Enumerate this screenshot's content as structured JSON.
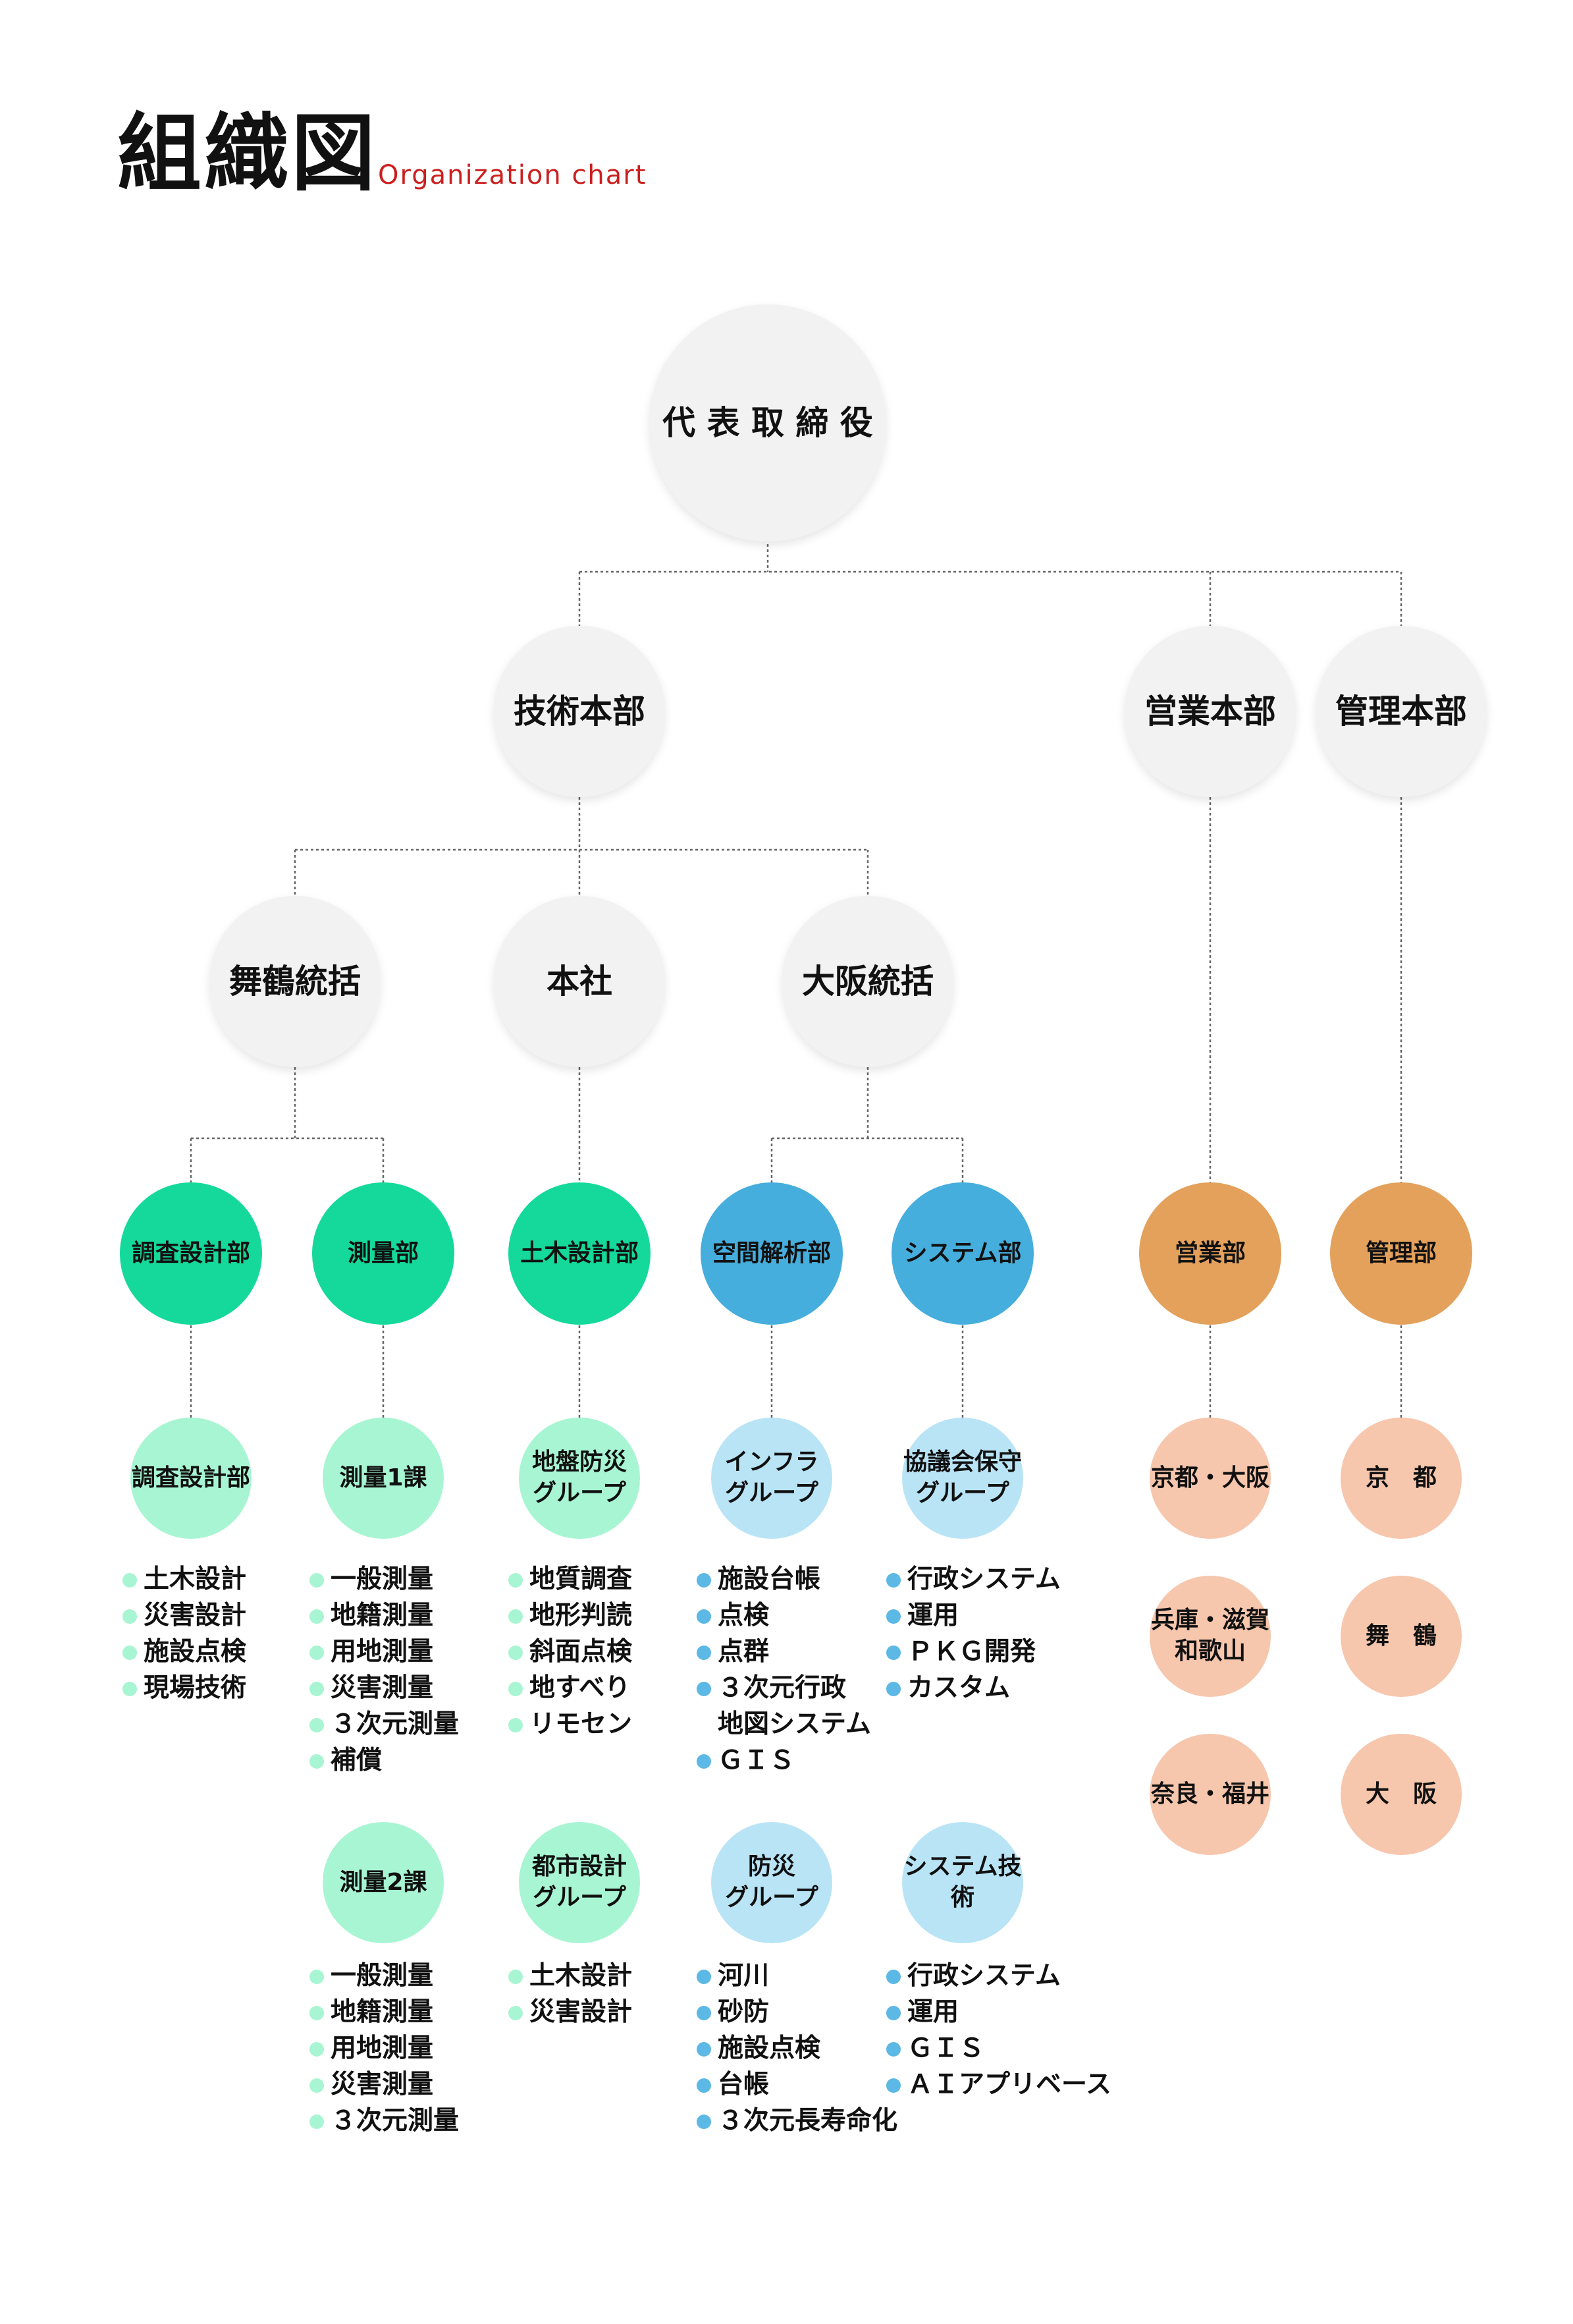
{
  "title": "組織図",
  "subtitle": "Organization  chart",
  "colors": {
    "grey_node": "#f2f2f2",
    "green_dept": "#14d99b",
    "green_light": "#a8f5d3",
    "green_dot": "#a8f5d3",
    "blue_dept": "#45aedd",
    "blue_light": "#b9e4f6",
    "blue_dot": "#5cb8e4",
    "orange_dept": "#e3a15c",
    "peach_light": "#f6c6ad",
    "connector": "#666666"
  },
  "top": {
    "ceo": "代 表 取 締 役",
    "tech_hq": "技術本部",
    "sales_hq": "営業本部",
    "admin_hq": "管理本部"
  },
  "regions": {
    "maizuru": "舞鶴統括",
    "honsha": "本社",
    "osaka": "大阪統括"
  },
  "departments": {
    "chosa": "調査設計部",
    "sokuryo": "測量部",
    "doboku": "土木設計部",
    "kukan": "空間解析部",
    "system": "システム部",
    "eigyo": "営業部",
    "kanri": "管理部"
  },
  "groups": {
    "chosa": "調査設計部",
    "sokuryo1": "測量1課",
    "sokuryo2": "測量2課",
    "jiban": "地盤防災\nグループ",
    "toshi": "都市設計\nグループ",
    "infra": "インフラ\nグループ",
    "bosai": "防災\nグループ",
    "kyogi": "協議会保守\nグループ",
    "systech": "システム技術",
    "eigyo1": "京都・大阪",
    "eigyo2": "兵庫・滋賀\n和歌山",
    "eigyo3": "奈良・福井",
    "kanri1": "京　都",
    "kanri2": "舞　鶴",
    "kanri3": "大　阪"
  },
  "lists": {
    "chosa": [
      "土木設計",
      "災害設計",
      "施設点検",
      "現場技術"
    ],
    "sokuryo1": [
      "一般測量",
      "地籍測量",
      "用地測量",
      "災害測量",
      "３次元測量",
      "補償"
    ],
    "sokuryo2": [
      "一般測量",
      "地籍測量",
      "用地測量",
      "災害測量",
      "３次元測量"
    ],
    "jiban": [
      "地質調査",
      "地形判読",
      "斜面点検",
      "地すべり",
      "リモセン"
    ],
    "toshi": [
      "土木設計",
      "災害設計"
    ],
    "infra_1": [
      "施設台帳",
      "点検",
      "点群",
      "３次元行政"
    ],
    "infra_cont": "地図システム",
    "infra_2": [
      "ＧＩＳ"
    ],
    "bosai": [
      "河川",
      "砂防",
      "施設点検",
      "台帳",
      "３次元長寿命化"
    ],
    "kyogi": [
      "行政システム",
      "運用",
      "ＰＫＧ開発",
      "カスタム"
    ],
    "systech": [
      "行政システム",
      "運用",
      "ＧＩＳ",
      "ＡＩアプリベース"
    ]
  }
}
